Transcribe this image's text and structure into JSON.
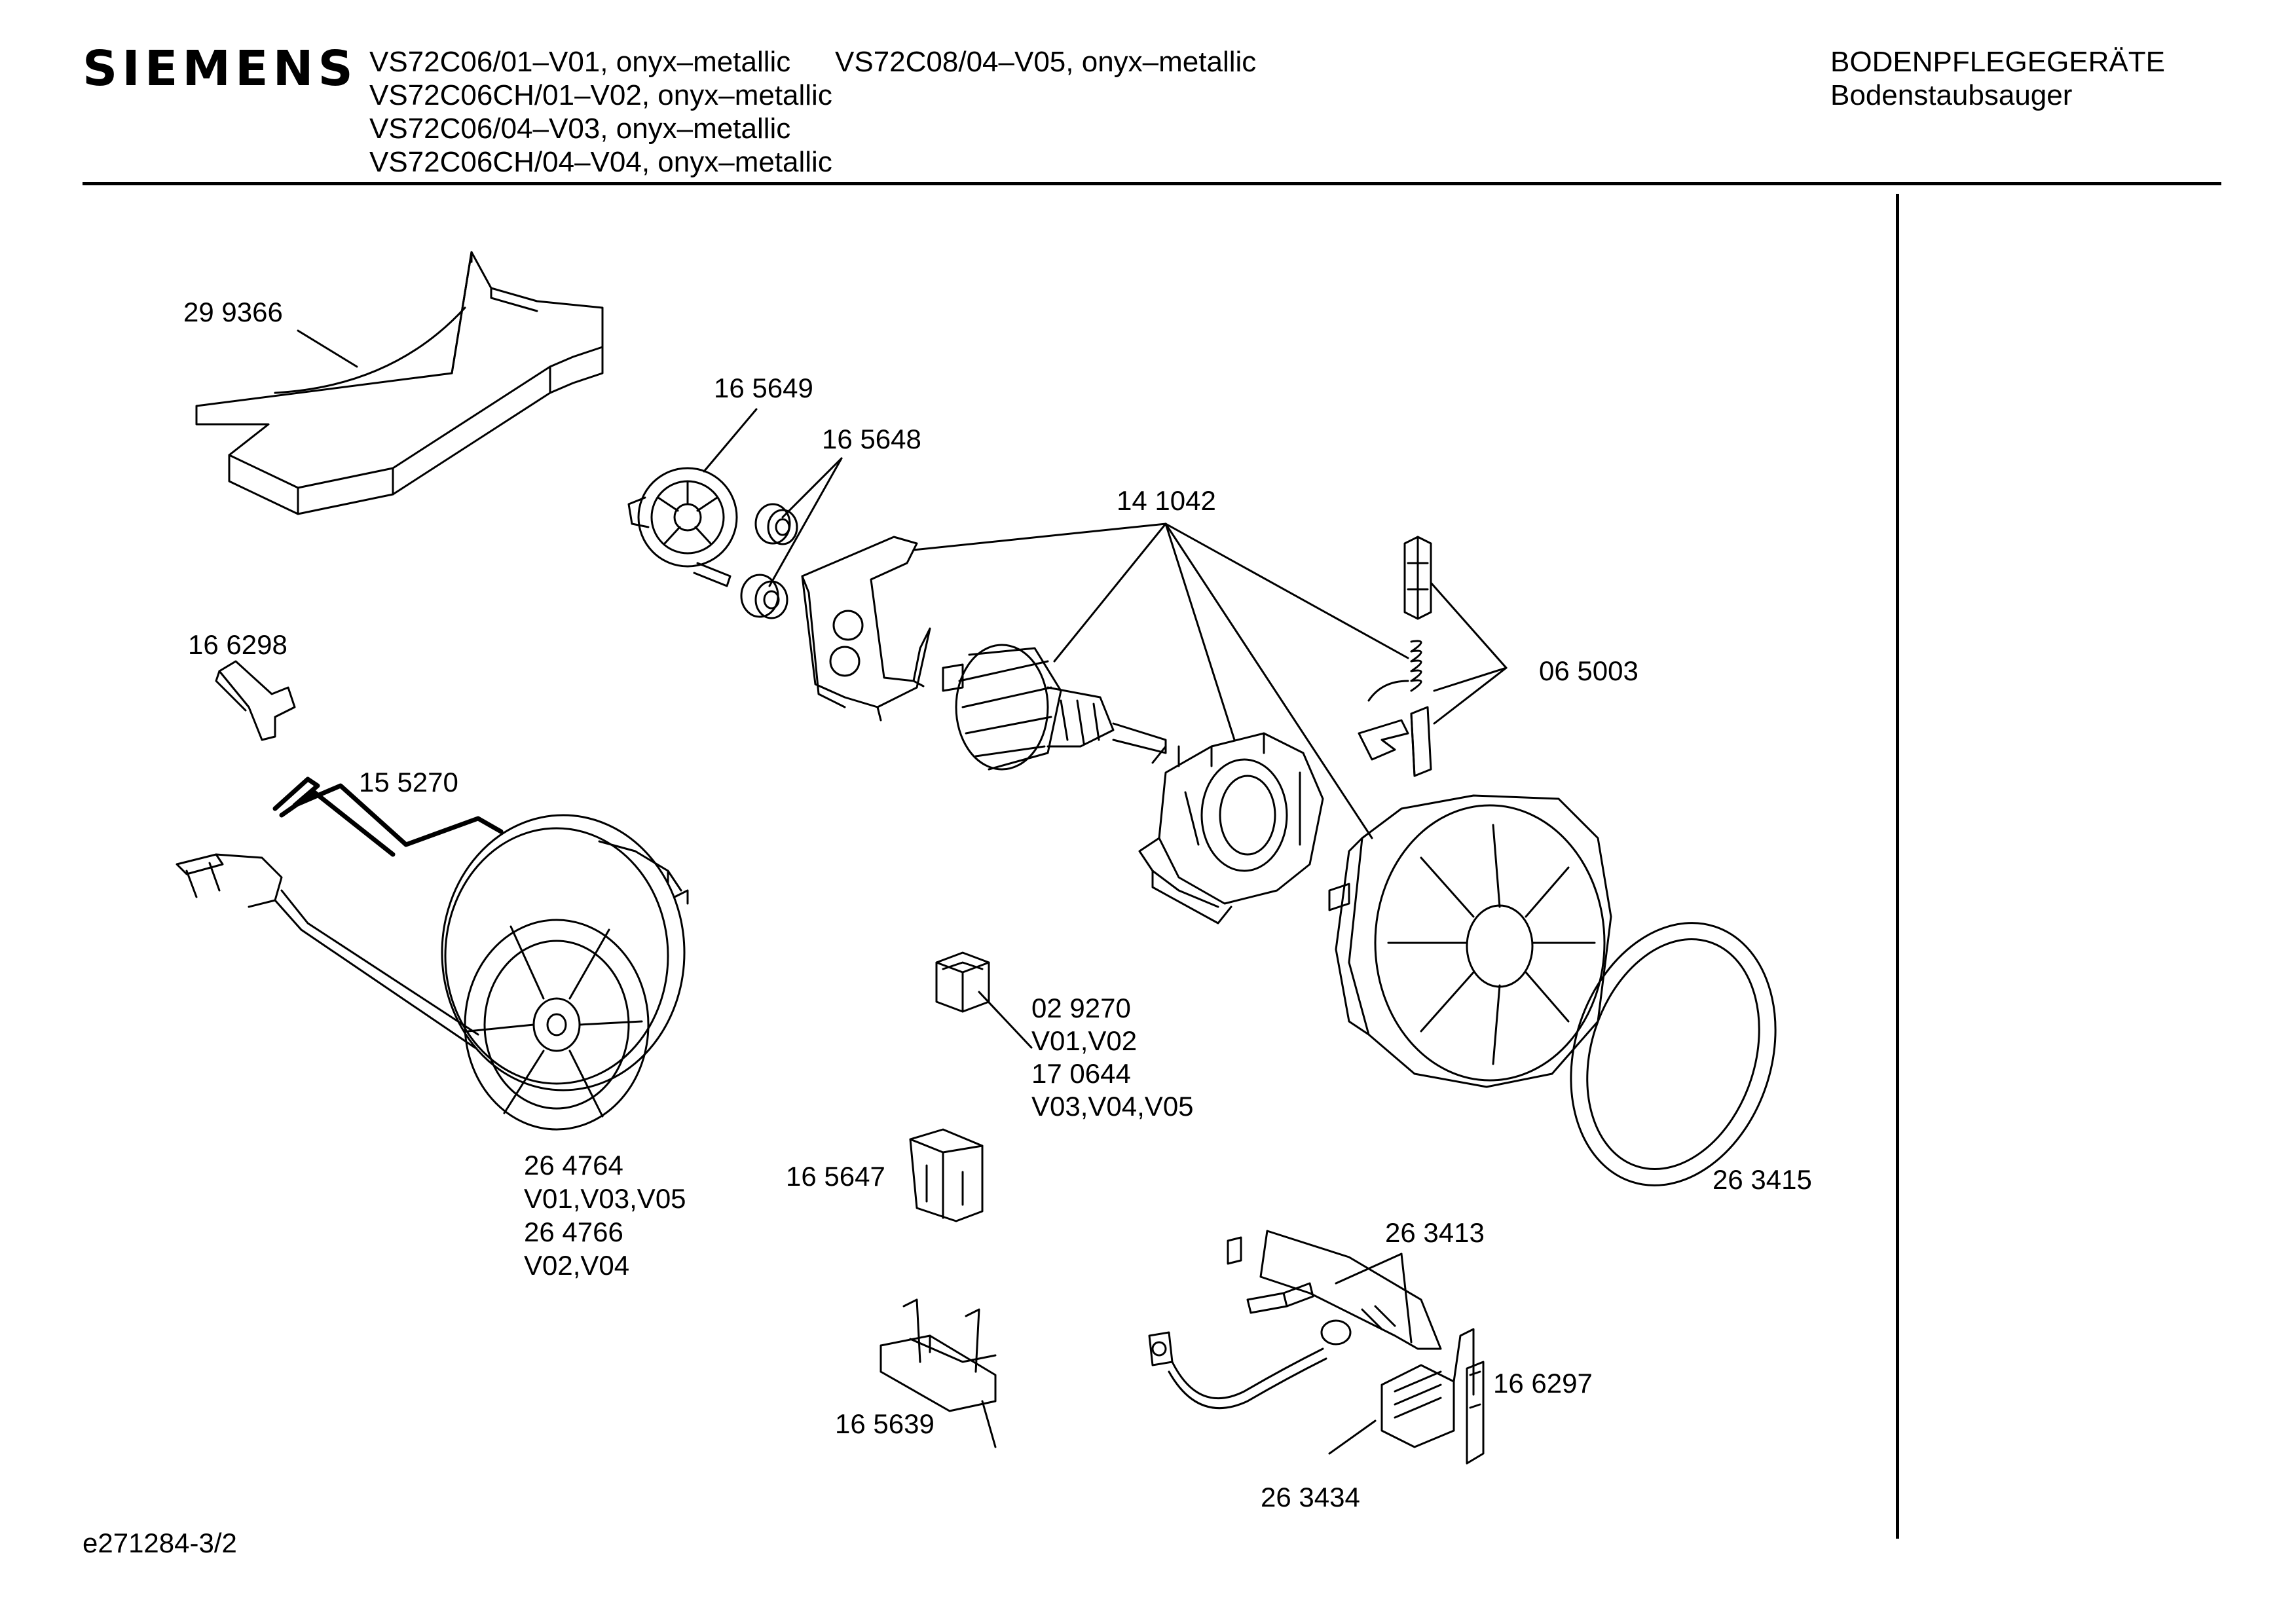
{
  "brand": "SIEMENS",
  "models": {
    "line1a": "VS72C06/01–V01, onyx–metallic",
    "line1b": "VS72C08/04–V05, onyx–metallic",
    "line2": "VS72C06CH/01–V02, onyx–metallic",
    "line3": "VS72C06/04–V03, onyx–metallic",
    "line4": "VS72C06CH/04–V04, onyx–metallic"
  },
  "category": {
    "title": "BODENPFLEGEGERÄTE",
    "subtitle": "Bodenstaubsauger"
  },
  "parts": {
    "p299366": "29 9366",
    "p165649": "16 5649",
    "p165648": "16 5648",
    "p141042": "14 1042",
    "p166298": "16 6298",
    "p155270": "15 5270",
    "p065003": "06 5003",
    "p029270": [
      "02 9270",
      "V01,V02",
      "17 0644",
      "V03,V04,V05"
    ],
    "p264764": [
      "26 4764",
      "V01,V03,V05",
      "26 4766",
      "V02,V04"
    ],
    "p165647": "16 5647",
    "p263415": "26 3415",
    "p263413": "26 3413",
    "p166297": "16 6297",
    "p165639": "16 5639",
    "p263434": "26 3434"
  },
  "footer": "e271284-3/2"
}
